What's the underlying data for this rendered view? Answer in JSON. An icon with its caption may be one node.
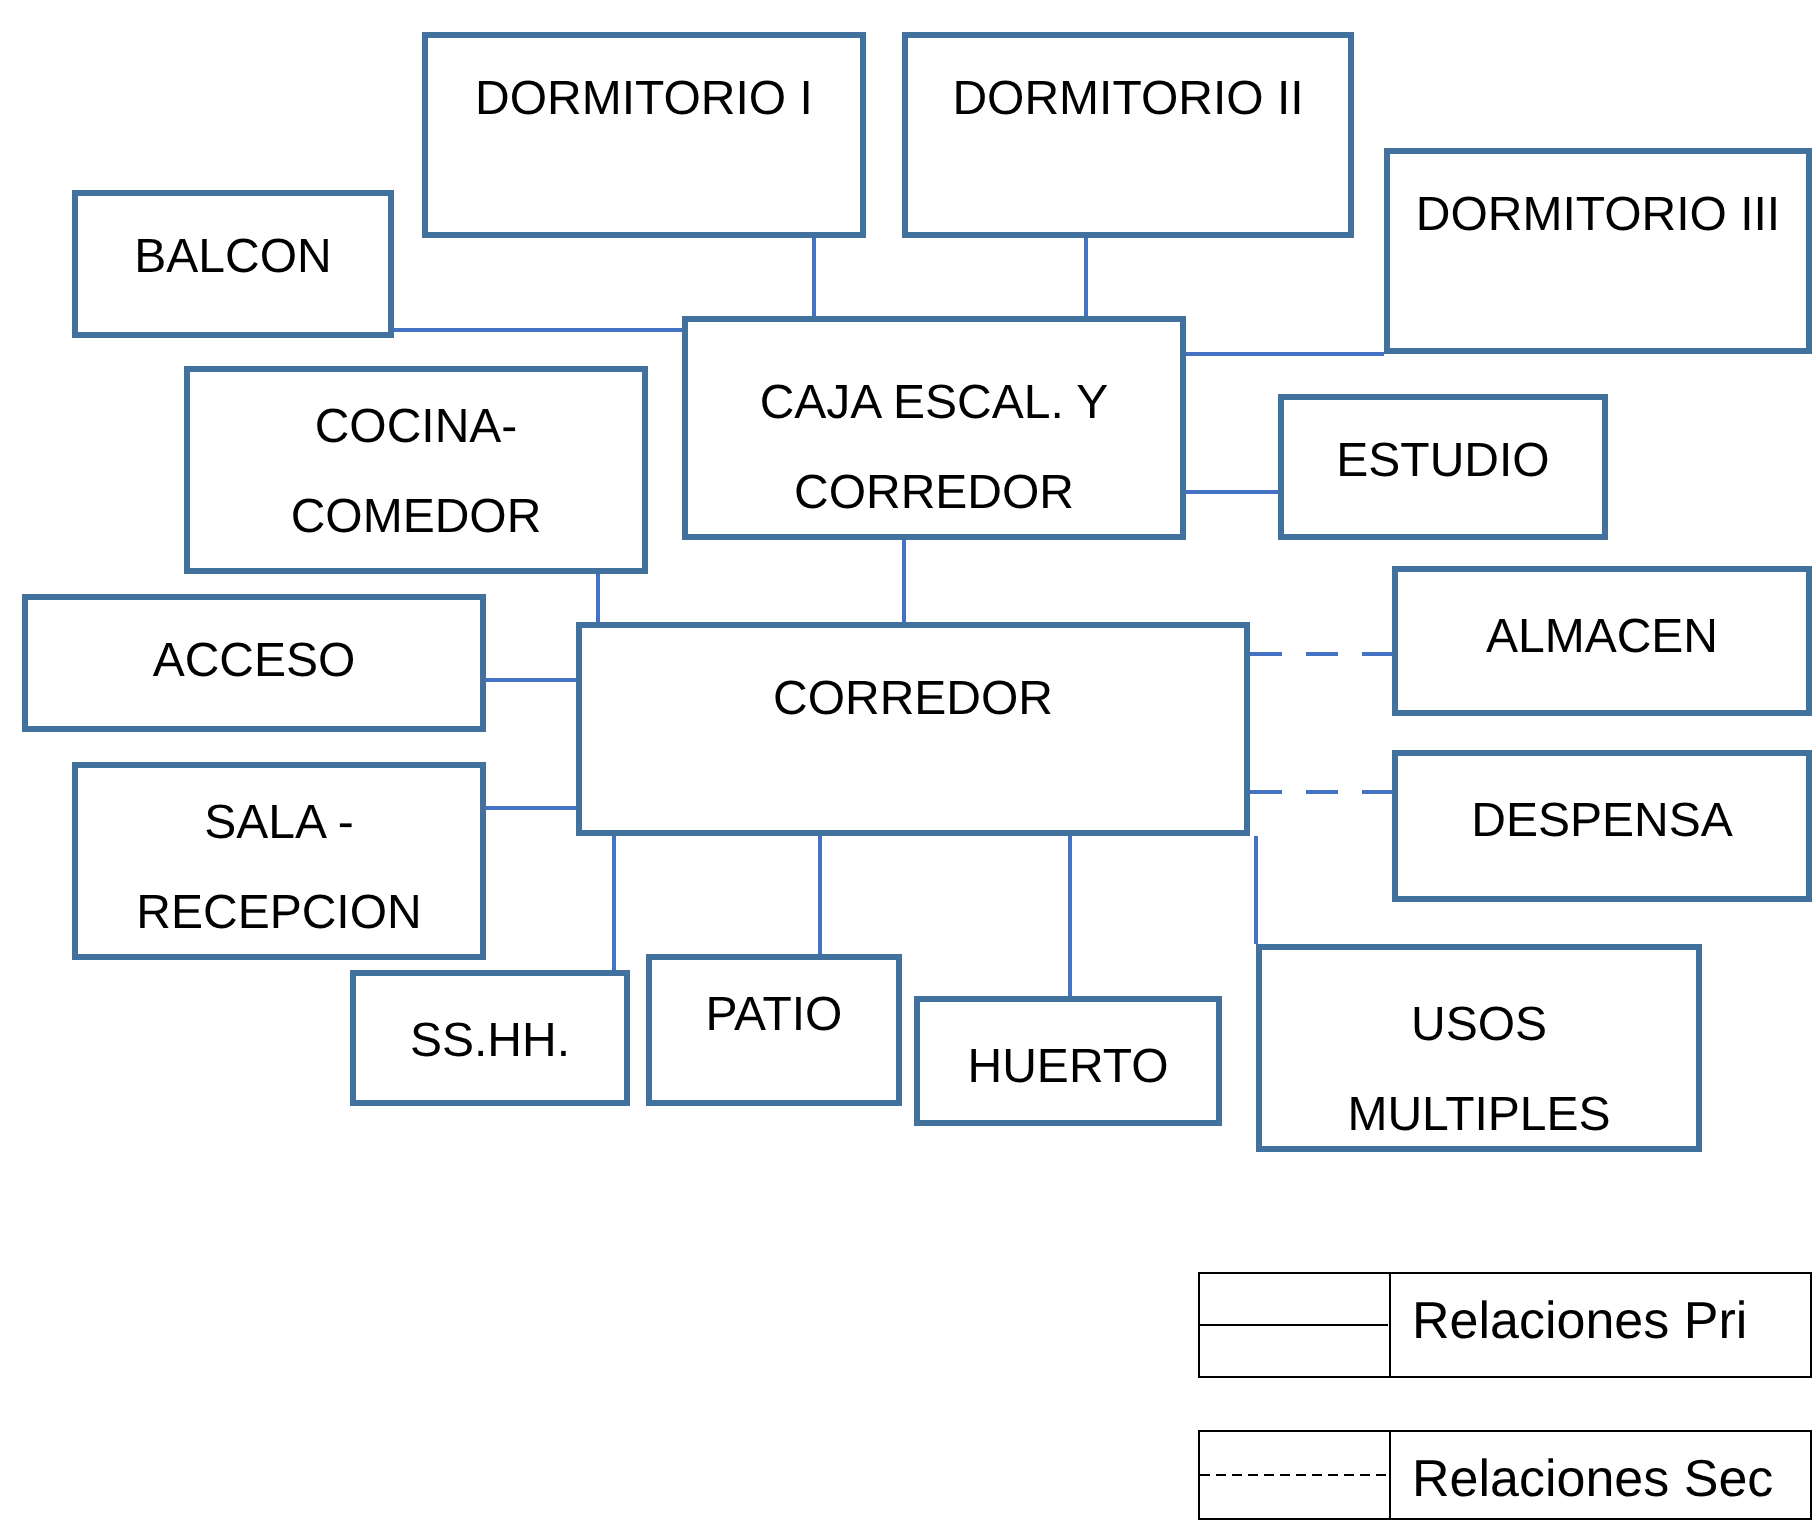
{
  "diagram": {
    "nodes": [
      {
        "text": [
          "DORMITORIO I"
        ]
      },
      {
        "text": [
          "DORMITORIO II"
        ]
      },
      {
        "text": [
          "BALCON"
        ]
      },
      {
        "text": [
          "DORMITORIO III"
        ]
      },
      {
        "text": [
          "CAJA ESCAL. Y CORREDOR"
        ]
      },
      {
        "text": [
          "COCINA- COMEDOR"
        ]
      },
      {
        "text": [
          "ESTUDIO"
        ]
      },
      {
        "text": [
          "ACCESO"
        ]
      },
      {
        "text": [
          "CORREDOR"
        ]
      },
      {
        "text": [
          "ALMACEN"
        ]
      },
      {
        "text": [
          "SALA - RECEPCION"
        ]
      },
      {
        "text": [
          "DESPENSA"
        ]
      },
      {
        "text": [
          "SS.HH."
        ]
      },
      {
        "text": [
          "PATIO"
        ]
      },
      {
        "text": [
          "HUERTO"
        ]
      },
      {
        "text": [
          "USOS MULTIPLES"
        ]
      }
    ],
    "edges": [
      {
        "from": 0,
        "to": 4,
        "arrow": "none"
      },
      {
        "from": 1,
        "to": 4,
        "arrow": "none"
      },
      {
        "from": 2,
        "to": 4,
        "arrow": "none"
      },
      {
        "from": 3,
        "to": 4,
        "arrow": "none"
      },
      {
        "from": 6,
        "to": 4,
        "arrow": "none"
      },
      {
        "from": 4,
        "to": 8,
        "arrow": "none"
      },
      {
        "from": 5,
        "to": 8,
        "arrow": "none"
      },
      {
        "from": 7,
        "to": 8,
        "arrow": "none"
      },
      {
        "from": 10,
        "to": 8,
        "arrow": "none"
      },
      {
        "from": 8,
        "to": 9,
        "arrow": "none",
        "style": "dashed"
      },
      {
        "from": 8,
        "to": 11,
        "arrow": "none",
        "style": "dashed"
      },
      {
        "from": 8,
        "to": 12,
        "arrow": "none"
      },
      {
        "from": 8,
        "to": 13,
        "arrow": "none"
      },
      {
        "from": 8,
        "to": 14,
        "arrow": "none"
      },
      {
        "from": 8,
        "to": 15,
        "arrow": "none"
      }
    ],
    "legend": [
      {
        "text": "Relaciones Pri"
      },
      {
        "text": "Relaciones Sec"
      }
    ]
  }
}
